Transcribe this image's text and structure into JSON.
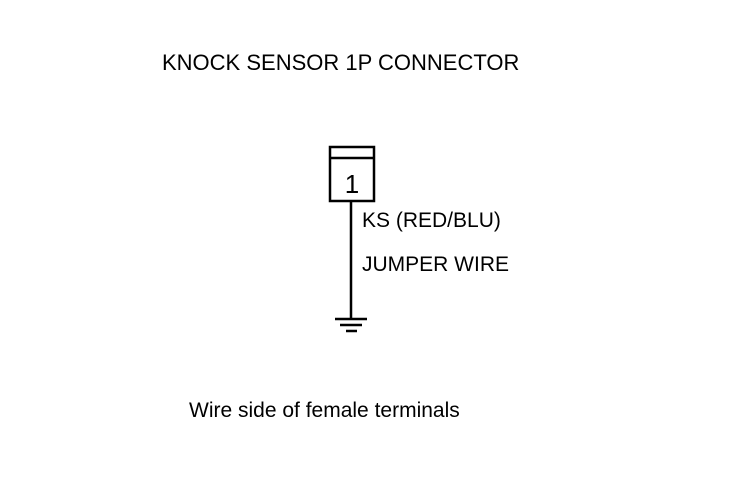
{
  "diagram": {
    "title": "KNOCK SENSOR 1P CONNECTOR",
    "connector": {
      "pin_number": "1"
    },
    "wire": {
      "label": "KS (RED/BLU)"
    },
    "jumper": {
      "label": "JUMPER WIRE"
    },
    "caption": "Wire side of female terminals",
    "colors": {
      "ink": "#000000",
      "background": "#ffffff"
    },
    "icons": {
      "ground": "ground-symbol-icon"
    }
  }
}
